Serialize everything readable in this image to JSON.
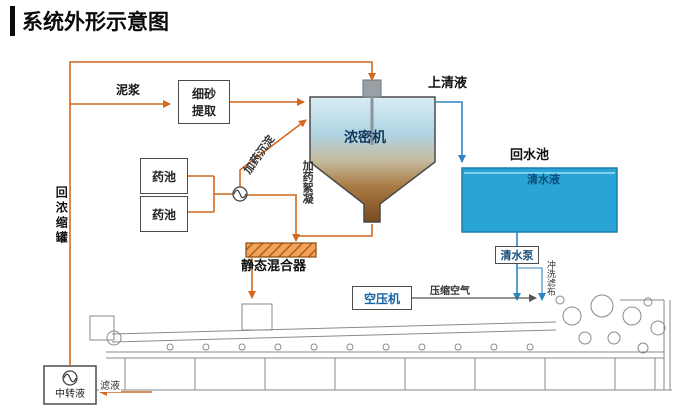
{
  "title": "系统外形示意图",
  "labels": {
    "mud": "泥浆",
    "fine_sand_line1": "细砂",
    "fine_sand_line2": "提取",
    "chemical_tank1": "药池",
    "chemical_tank2": "药池",
    "dosing_sedimentation": "加药沉淀",
    "dosing_flocculation": "加药絮凝",
    "thickener": "浓密机",
    "supernatant": "上清液",
    "return_pool": "回水池",
    "clear_water": "清水液",
    "clear_water_pump": "清水泵",
    "cloth_wash": "冲洗滤布",
    "static_mixer": "静态混合器",
    "air_compressor": "空压机",
    "compressed_air": "压缩空气",
    "return_concentration_tank": "回浓缩罐",
    "transfer_tank": "中转液",
    "filtrate": "滤液"
  },
  "colors": {
    "flow_orange": "#d2691e",
    "water_blue": "#2aa4d6",
    "line_blue": "#2e86c1",
    "machine_gray": "#868b90"
  }
}
